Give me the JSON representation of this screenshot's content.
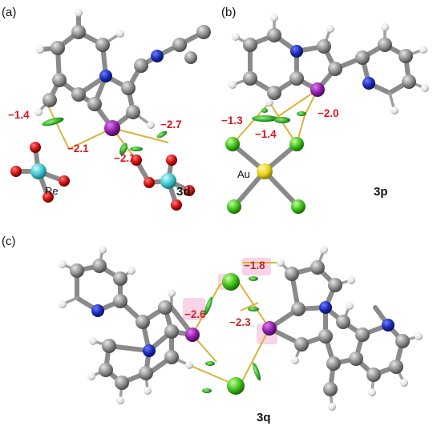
{
  "panels": {
    "a": {
      "letter": "(a)",
      "compound": "3d",
      "element_label": "Re",
      "energies": [
        "−1.4",
        "−2.1",
        "−2.1",
        "−2.7"
      ]
    },
    "b": {
      "letter": "(b)",
      "compound": "3p",
      "element_label": "Au",
      "energies": [
        "−1.3",
        "−1.4",
        "−2.0"
      ]
    },
    "c": {
      "letter": "(c)",
      "compound": "3q",
      "energies": [
        "−1.8",
        "−2.6",
        "−2.3"
      ]
    }
  },
  "colors": {
    "carbon": "#8c8c8c",
    "hydrogen": "#eeeeee",
    "nitrogen": "#1a2ab5",
    "iodine": "#8d1fa6",
    "oxygen": "#d01010",
    "rhenium": "#3cc6cc",
    "gold": "#e6d21a",
    "chlorine": "#3dbd1a",
    "interaction_surface": "#2aa92a",
    "energy_text": "#e0141e"
  }
}
